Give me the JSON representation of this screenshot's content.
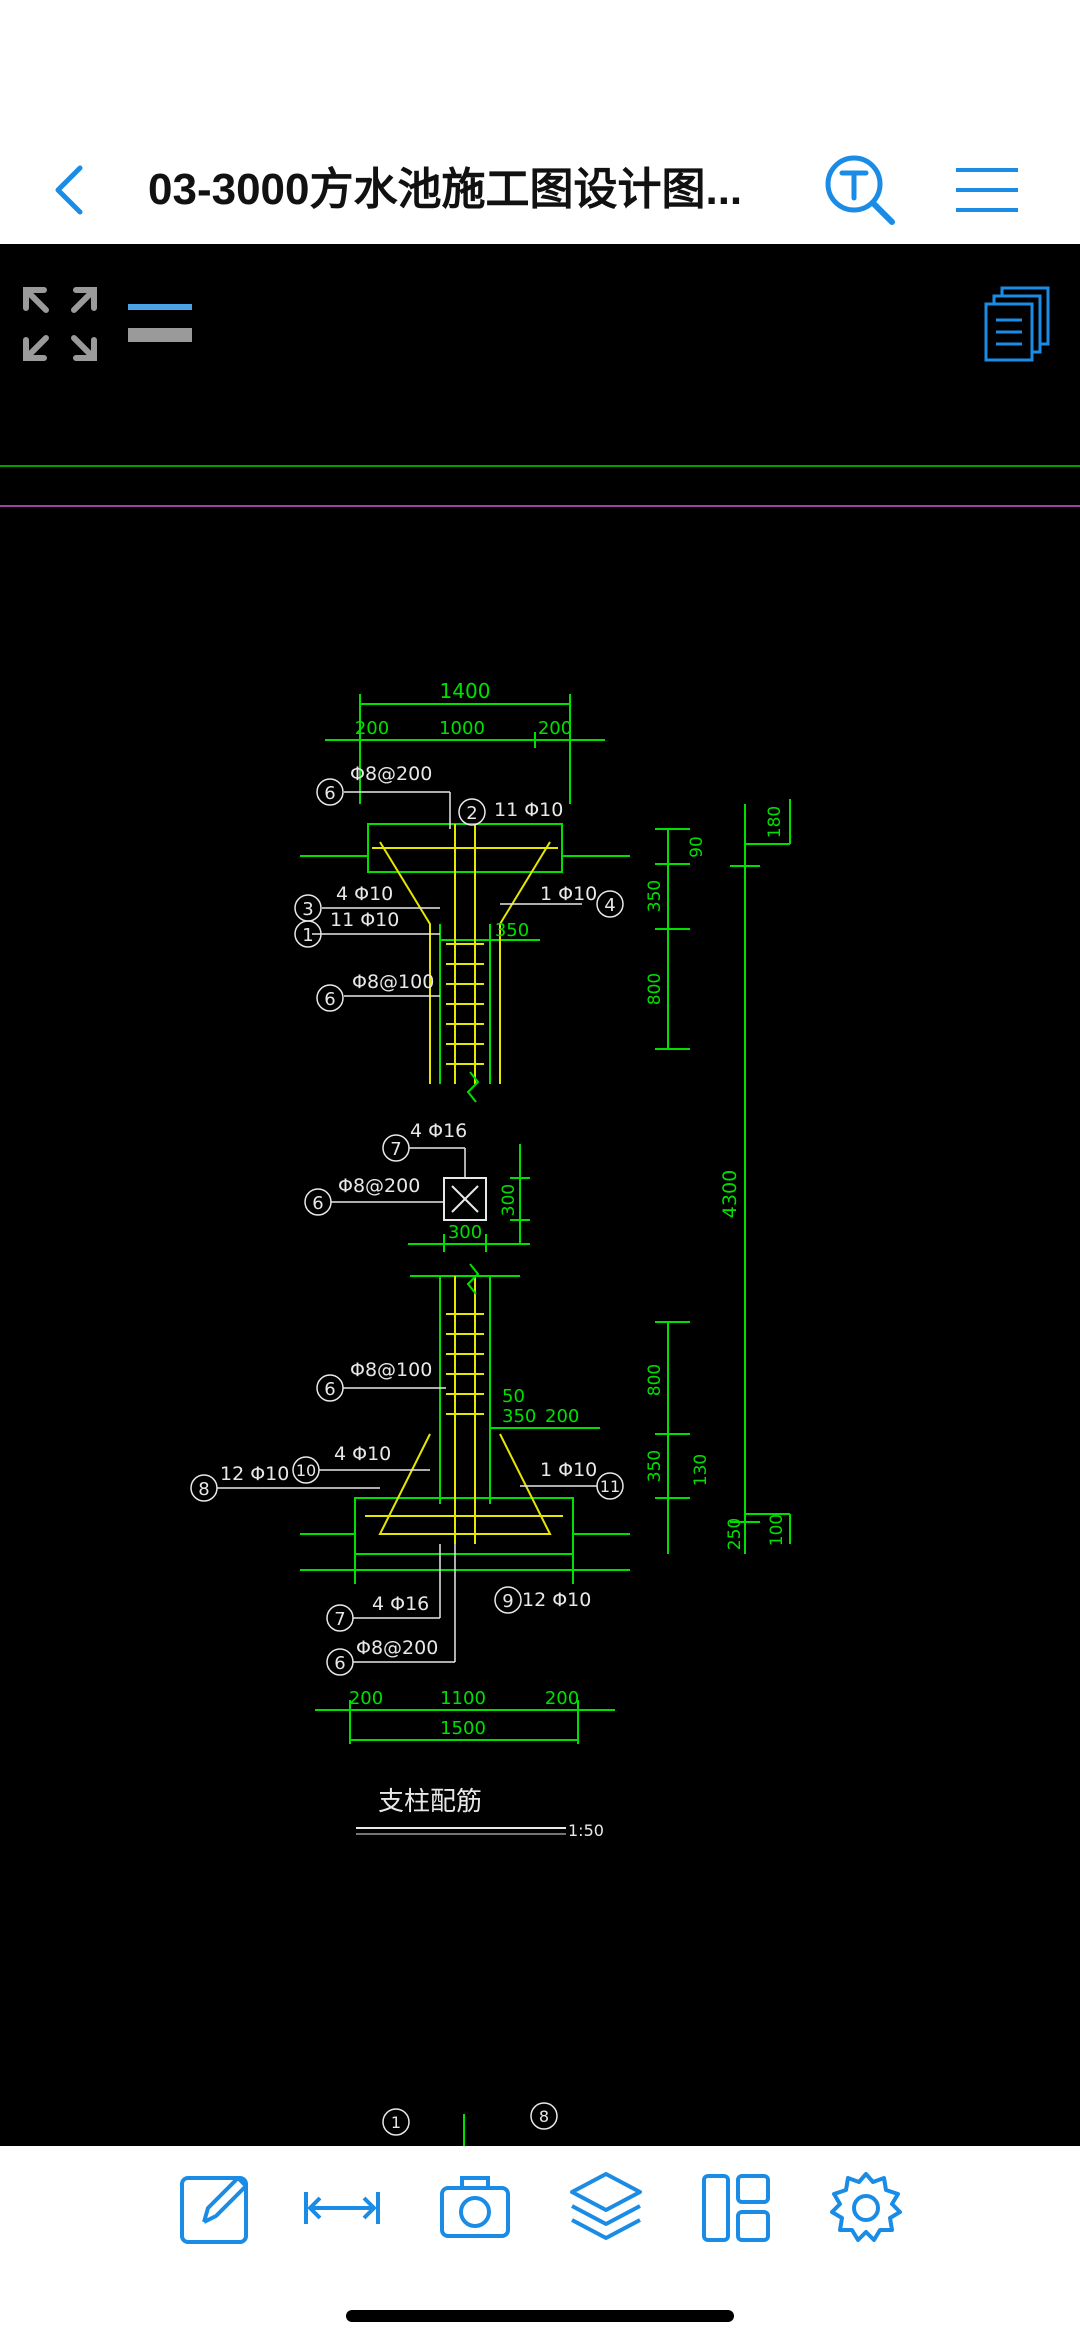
{
  "header": {
    "title": "03-3000方水池施工图设计图...",
    "back_icon": "chevron-left-icon",
    "search_icon": "text-search-icon",
    "menu_icon": "hamburger-menu-icon"
  },
  "colors": {
    "accent": "#1a8ce6",
    "canvas_bg": "#000000",
    "cad_green": "#00e000",
    "cad_yellow": "#e6e600",
    "cad_white": "#e8e8e8",
    "cad_purple": "#a040a0"
  },
  "canvas_controls": {
    "fullscreen_icon": "fullscreen-arrows-icon",
    "linewidth_icon": "line-width-icon",
    "layouts_icon": "layouts-stack-icon"
  },
  "drawing": {
    "top": {
      "dim_total": "1400",
      "dim_left": "200",
      "dim_mid": "1000",
      "dim_right": "200",
      "dim_stem": "350",
      "dim_v1": "90",
      "dim_v2": "350",
      "dim_v3": "800",
      "dim_v_top": "180",
      "label_6a": "Φ8@200",
      "label_2": "11 Φ10",
      "label_3": "4 Φ10",
      "label_4": "1 Φ10",
      "label_1": "11 Φ10",
      "label_6b": "Φ8@100",
      "marker_6": "6",
      "marker_2": "2",
      "marker_3": "3",
      "marker_4": "4",
      "marker_1": "1"
    },
    "mid": {
      "label_7": "4 Φ16",
      "label_6": "Φ8@200",
      "dim_w": "300",
      "dim_h": "300",
      "dim_total_v": "4300",
      "marker_7": "7",
      "marker_6": "6"
    },
    "bottom": {
      "label_6a": "Φ8@100",
      "dim_50": "50",
      "dim_350": "350",
      "dim_200": "200",
      "label_8": "12 Φ10",
      "label_10": "4 Φ10",
      "label_11": "1 Φ10",
      "label_7": "4 Φ16",
      "label_9": "12 Φ10",
      "label_6b": "Φ8@200",
      "dim_v800": "800",
      "dim_v350": "350",
      "dim_v130": "130",
      "dim_v250": "250",
      "dim_v100": "100",
      "dim_left": "200",
      "dim_mid": "1100",
      "dim_right": "200",
      "dim_total": "1500",
      "marker_6": "6",
      "marker_8": "8",
      "marker_10": "10",
      "marker_11": "11",
      "marker_7": "7",
      "marker_9": "9"
    },
    "caption": "支柱配筋",
    "scale": "1:50",
    "bottom_marker_left": "1",
    "bottom_marker_right": "8"
  },
  "toolbar": {
    "items": [
      {
        "icon": "edit-note-icon"
      },
      {
        "icon": "measure-icon"
      },
      {
        "icon": "camera-icon"
      },
      {
        "icon": "layers-icon"
      },
      {
        "icon": "layout-panels-icon"
      },
      {
        "icon": "settings-gear-icon"
      }
    ]
  }
}
